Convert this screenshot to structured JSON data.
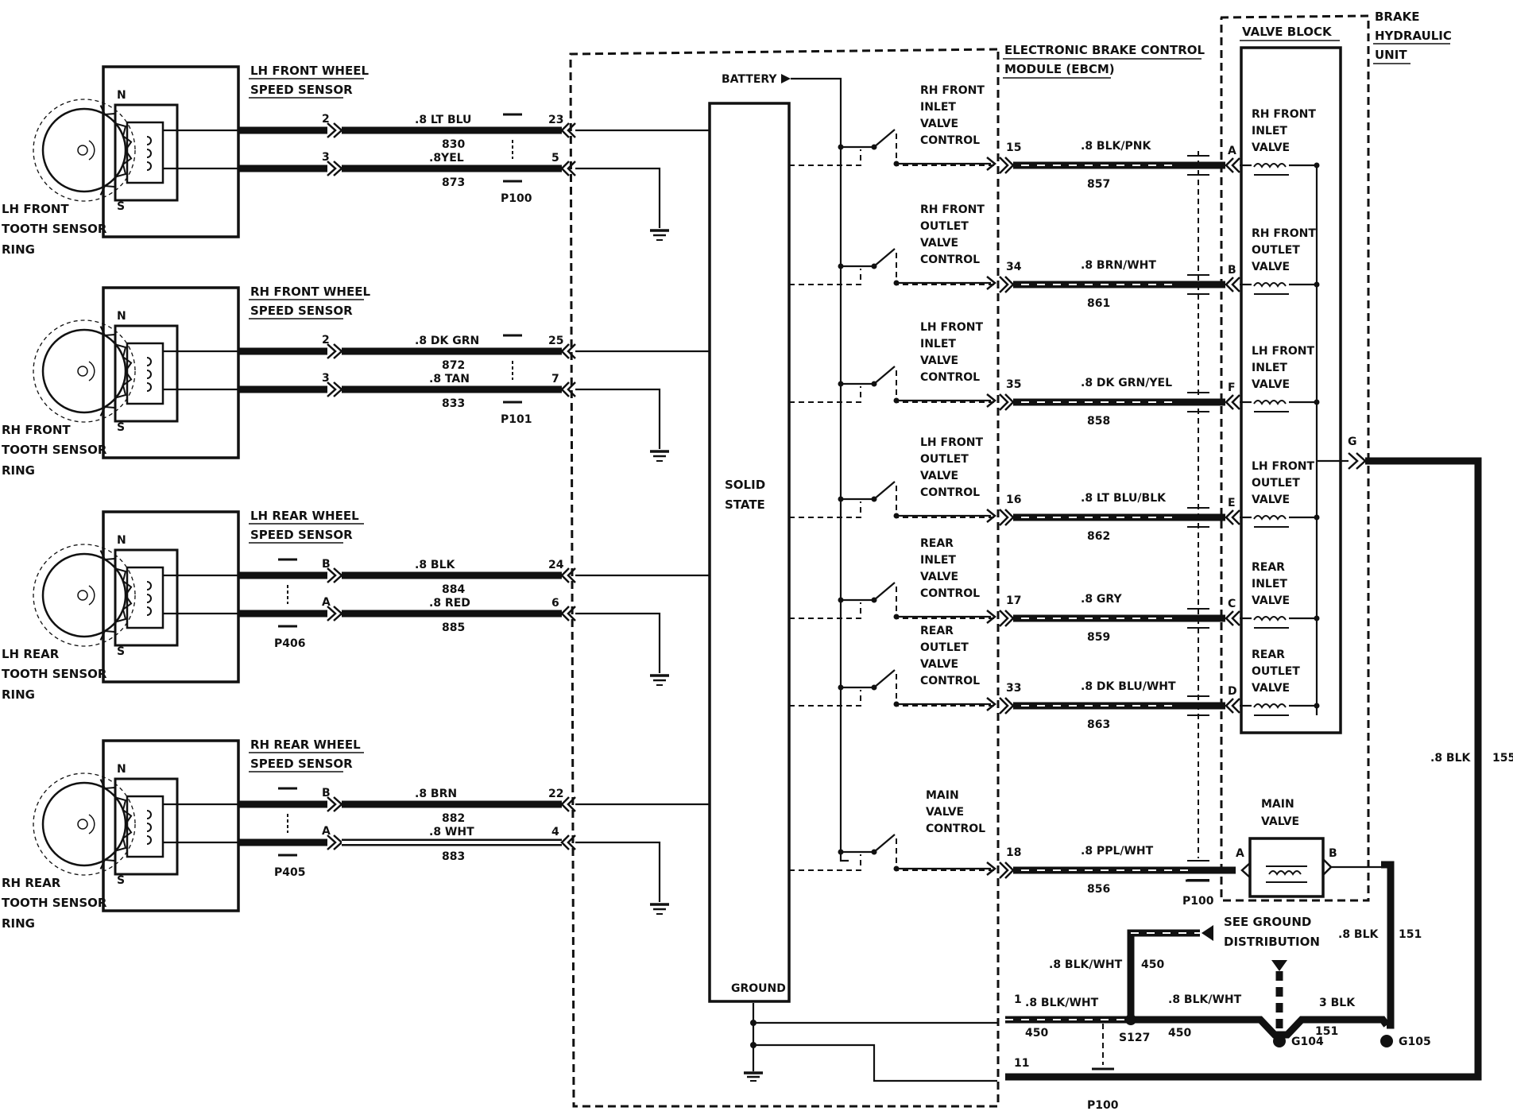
{
  "sensors": [
    {
      "title_line1": "LH FRONT WHEEL",
      "title_line2": "SPEED SENSOR",
      "ring_line1": "LH FRONT",
      "ring_line2": "TOOTH SENSOR",
      "ring_line3": "RING",
      "pin_top": "2",
      "pin_bot": "3",
      "wire_top": ".8 LT BLU",
      "circ_top": "830",
      "wire_bot": ".8YEL",
      "circ_bot": "873",
      "ecm_pin_top": "23",
      "ecm_pin_bot": "5",
      "conn": "P100"
    },
    {
      "title_line1": "RH FRONT WHEEL",
      "title_line2": "SPEED SENSOR",
      "ring_line1": "RH FRONT",
      "ring_line2": "TOOTH SENSOR",
      "ring_line3": "RING",
      "pin_top": "2",
      "pin_bot": "3",
      "wire_top": ".8 DK GRN",
      "circ_top": "872",
      "wire_bot": ".8 TAN",
      "circ_bot": "833",
      "ecm_pin_top": "25",
      "ecm_pin_bot": "7",
      "conn": "P101"
    },
    {
      "title_line1": "LH REAR WHEEL",
      "title_line2": "SPEED SENSOR",
      "ring_line1": "LH REAR",
      "ring_line2": "TOOTH SENSOR",
      "ring_line3": "RING",
      "pin_top": "B",
      "pin_bot": "A",
      "wire_top": ".8 BLK",
      "circ_top": "884",
      "wire_bot": ".8 RED",
      "circ_bot": "885",
      "ecm_pin_top": "24",
      "ecm_pin_bot": "6",
      "conn": "P406"
    },
    {
      "title_line1": "RH REAR WHEEL",
      "title_line2": "SPEED SENSOR",
      "ring_line1": "RH REAR",
      "ring_line2": "TOOTH SENSOR",
      "ring_line3": "RING",
      "pin_top": "B",
      "pin_bot": "A",
      "wire_top": ".8 BRN",
      "circ_top": "882",
      "wire_bot": ".8 WHT",
      "circ_bot": "883",
      "ecm_pin_top": "22",
      "ecm_pin_bot": "4",
      "conn": "P405"
    }
  ],
  "ring_pole_n": "N",
  "ring_pole_s": "S",
  "ecbm": {
    "title_line1": "ELECTRONIC BRAKE CONTROL",
    "title_line2": "MODULE (EBCM)",
    "battery": "BATTERY",
    "solid_state_line1": "SOLID",
    "solid_state_line2": "STATE",
    "ground": "GROUND"
  },
  "valve_controls": [
    {
      "l1": "RH FRONT",
      "l2": "INLET",
      "l3": "VALVE",
      "l4": "CONTROL",
      "pin": "15",
      "wire": ".8 BLK/PNK",
      "circ": "857",
      "vb_pin": "A",
      "valve_l1": "RH FRONT",
      "valve_l2": "INLET",
      "valve_l3": "VALVE"
    },
    {
      "l1": "RH FRONT",
      "l2": "OUTLET",
      "l3": "VALVE",
      "l4": "CONTROL",
      "pin": "34",
      "wire": ".8 BRN/WHT",
      "circ": "861",
      "vb_pin": "B",
      "valve_l1": "RH FRONT",
      "valve_l2": "OUTLET",
      "valve_l3": "VALVE"
    },
    {
      "l1": "LH FRONT",
      "l2": "INLET",
      "l3": "VALVE",
      "l4": "CONTROL",
      "pin": "35",
      "wire": ".8 DK GRN/YEL",
      "circ": "858",
      "vb_pin": "F",
      "valve_l1": "LH FRONT",
      "valve_l2": "INLET",
      "valve_l3": "VALVE"
    },
    {
      "l1": "LH FRONT",
      "l2": "OUTLET",
      "l3": "VALVE",
      "l4": "CONTROL",
      "pin": "16",
      "wire": ".8 LT BLU/BLK",
      "circ": "862",
      "vb_pin": "E",
      "valve_l1": "LH FRONT",
      "valve_l2": "OUTLET",
      "valve_l3": "VALVE"
    },
    {
      "l1": "REAR",
      "l2": "INLET",
      "l3": "VALVE",
      "l4": "CONTROL",
      "pin": "17",
      "wire": ".8 GRY",
      "circ": "859",
      "vb_pin": "C",
      "valve_l1": "REAR",
      "valve_l2": "INLET",
      "valve_l3": "VALVE"
    },
    {
      "l1": "REAR",
      "l2": "OUTLET",
      "l3": "VALVE",
      "l4": "CONTROL",
      "pin": "33",
      "wire": ".8 DK BLU/WHT",
      "circ": "863",
      "vb_pin": "D",
      "valve_l1": "REAR",
      "valve_l2": "OUTLET",
      "valve_l3": "VALVE"
    },
    {
      "l1": "MAIN",
      "l2": "VALVE",
      "l3": "CONTROL",
      "l4": "",
      "pin": "18",
      "wire": ".8 PPL/WHT",
      "circ": "856",
      "vb_pin": "A",
      "valve_l1": "MAIN",
      "valve_l2": "VALVE",
      "valve_l3": ""
    }
  ],
  "hydraulic": {
    "valve_block": "VALVE BLOCK",
    "unit_l1": "BRAKE",
    "unit_l2": "HYDRAULIC",
    "unit_l3": "UNIT",
    "pin_g": "G",
    "main_pin_b": "B",
    "conn_p100": "P100"
  },
  "grounds": {
    "g_wire": ".8 BLK",
    "g_circ": "155",
    "main_b_wire": ".8 BLK",
    "main_b_circ": "151",
    "see_ground_l1": "SEE GROUND",
    "see_ground_l2": "DISTRIBUTION",
    "riser_wire": ".8 BLK/WHT",
    "riser_circ": "450",
    "pin1": "1",
    "pin1_wire": ".8 BLK/WHT",
    "pin1_circ": "450",
    "s127": "S127",
    "mid_wire": ".8 BLK/WHT",
    "mid_circ": "450",
    "g104": "G104",
    "g104_wire": "3 BLK",
    "g104_circ": "151",
    "g105": "G105",
    "pin11": "11",
    "p100_bottom": "P100"
  }
}
